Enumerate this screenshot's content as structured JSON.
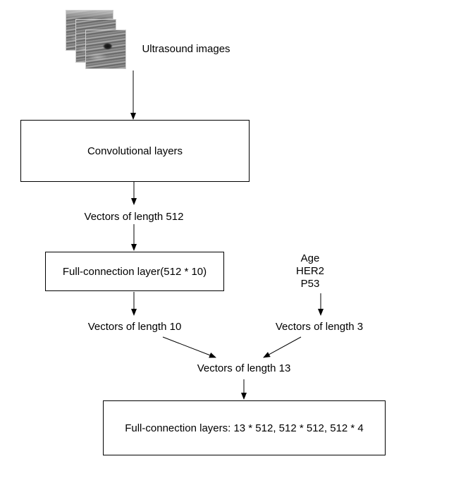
{
  "nodes": {
    "ultrasound_images": "Ultrasound images",
    "convolutional_layers": "Convolutional layers",
    "vectors_512": "Vectors of length 512",
    "fc_layer": "Full-connection layer(512 * 10)",
    "clinical_features": [
      "Age",
      "HER2",
      "P53"
    ],
    "vectors_10": "Vectors of length 10",
    "vectors_3": "Vectors of length 3",
    "vectors_13": "Vectors of length 13",
    "fc_layers": "Full-connection layers: 13 * 512, 512 * 512, 512 * 4"
  },
  "edges": [
    {
      "from": "ultrasound_images",
      "to": "convolutional_layers"
    },
    {
      "from": "convolutional_layers",
      "to": "vectors_512"
    },
    {
      "from": "vectors_512",
      "to": "fc_layer"
    },
    {
      "from": "fc_layer",
      "to": "vectors_10"
    },
    {
      "from": "clinical_features",
      "to": "vectors_3"
    },
    {
      "from": "vectors_10",
      "to": "vectors_13"
    },
    {
      "from": "vectors_3",
      "to": "vectors_13"
    },
    {
      "from": "vectors_13",
      "to": "fc_layers"
    }
  ],
  "colors": {
    "stroke": "#000000",
    "background": "#ffffff"
  }
}
